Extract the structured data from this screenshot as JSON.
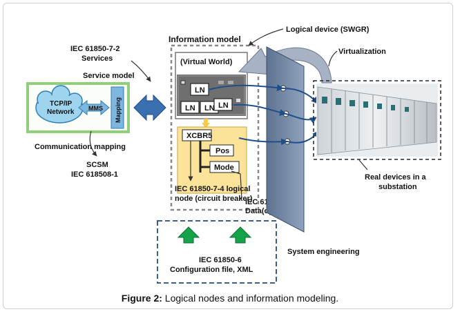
{
  "labels": {
    "services_std": "IEC 61850-7-2",
    "services": "Services",
    "service_model": "Service model",
    "tcpip_1": "TCP/IP",
    "tcpip_2": "Network",
    "mms": "MMS",
    "mapping": "Mapping",
    "comm_mapping": "Communication mapping",
    "scsm": "SCSM",
    "scsm_std": "IEC 618508-1",
    "info_model": "Information model",
    "virtual_world": "(Virtual World)",
    "ln": "LN",
    "xcbr": "XCBR5",
    "pos": "Pos",
    "mode": "Mode",
    "logical_device": "Logical device (SWGR)",
    "virtualization": "Virtualization",
    "ln_std_1": "IEC 61850-7-4 logical",
    "ln_std_2": "node (circuit breaker)",
    "data_std_1": "IEC 61850-7-4",
    "data_std_2": "Data(option)",
    "real_1": "Real devices in a",
    "real_2": "substation",
    "sys_eng": "System engineering",
    "cfg_1": "IEC 61850-6",
    "cfg_2": "Configuration file, XML"
  },
  "caption": {
    "prefix": "Figure 2:",
    "text": " Logical nodes and information modeling."
  },
  "colors": {
    "cloud": "#9fd4ee",
    "comm_border": "#8fcf7a",
    "arrow_blue": "#3a6fb0",
    "yellow_box": "#fbe39a",
    "green_arrow": "#16a34a",
    "dashed_blue": "#3c5f8a"
  }
}
